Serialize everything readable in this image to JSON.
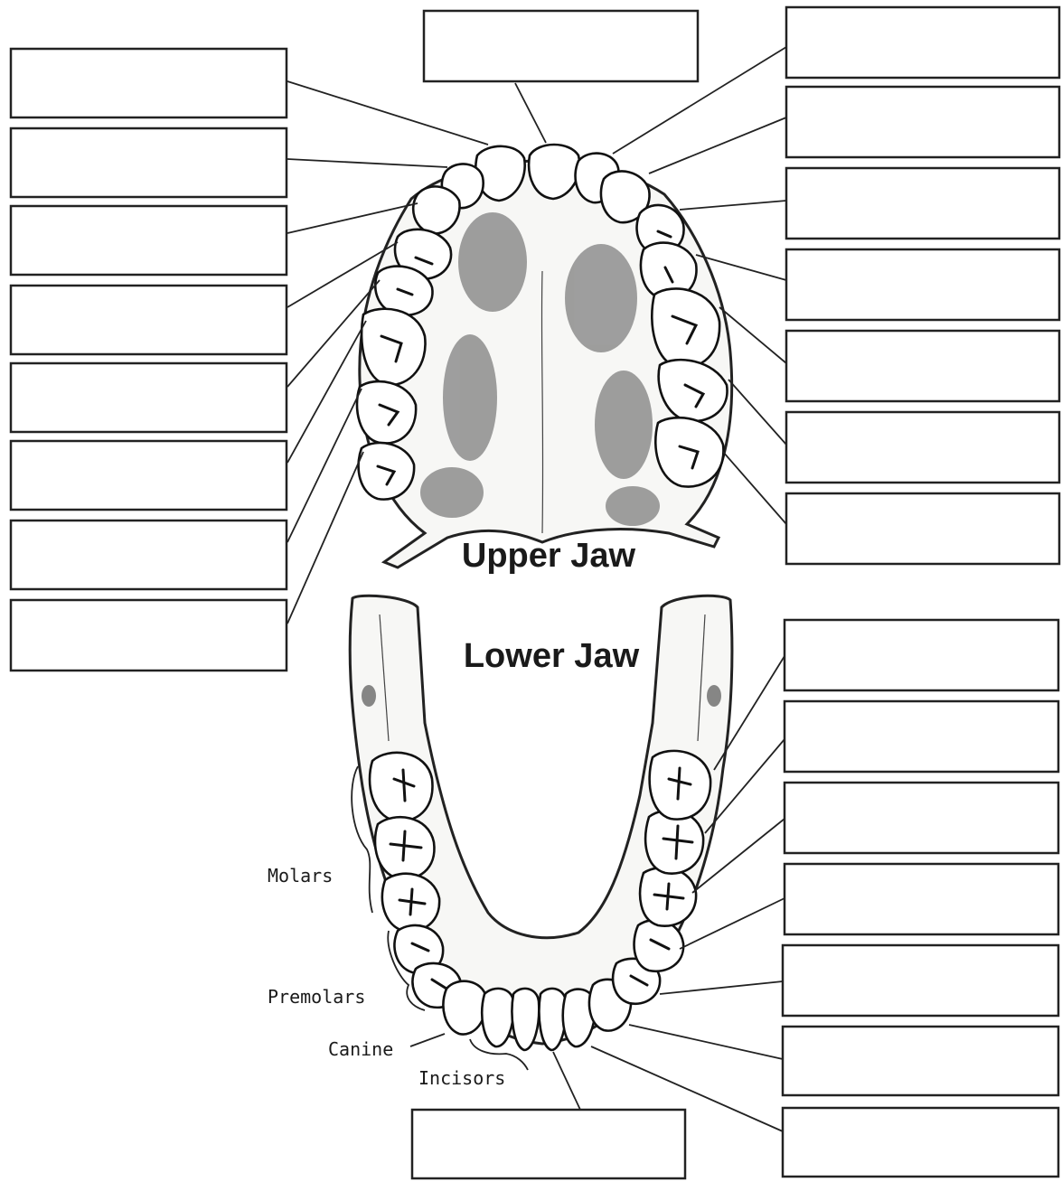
{
  "jaws": {
    "upper_title": "Upper Jaw",
    "lower_title": "Lower Jaw"
  },
  "annotations": {
    "molars": "Molars",
    "premolars": "Premolars",
    "canine": "Canine",
    "incisors": "Incisors"
  },
  "label_boxes": {
    "upper_left_count": 8,
    "upper_top_count": 1,
    "upper_right_count": 7,
    "lower_right_count": 7,
    "lower_bottom_count": 1,
    "contents": ""
  }
}
